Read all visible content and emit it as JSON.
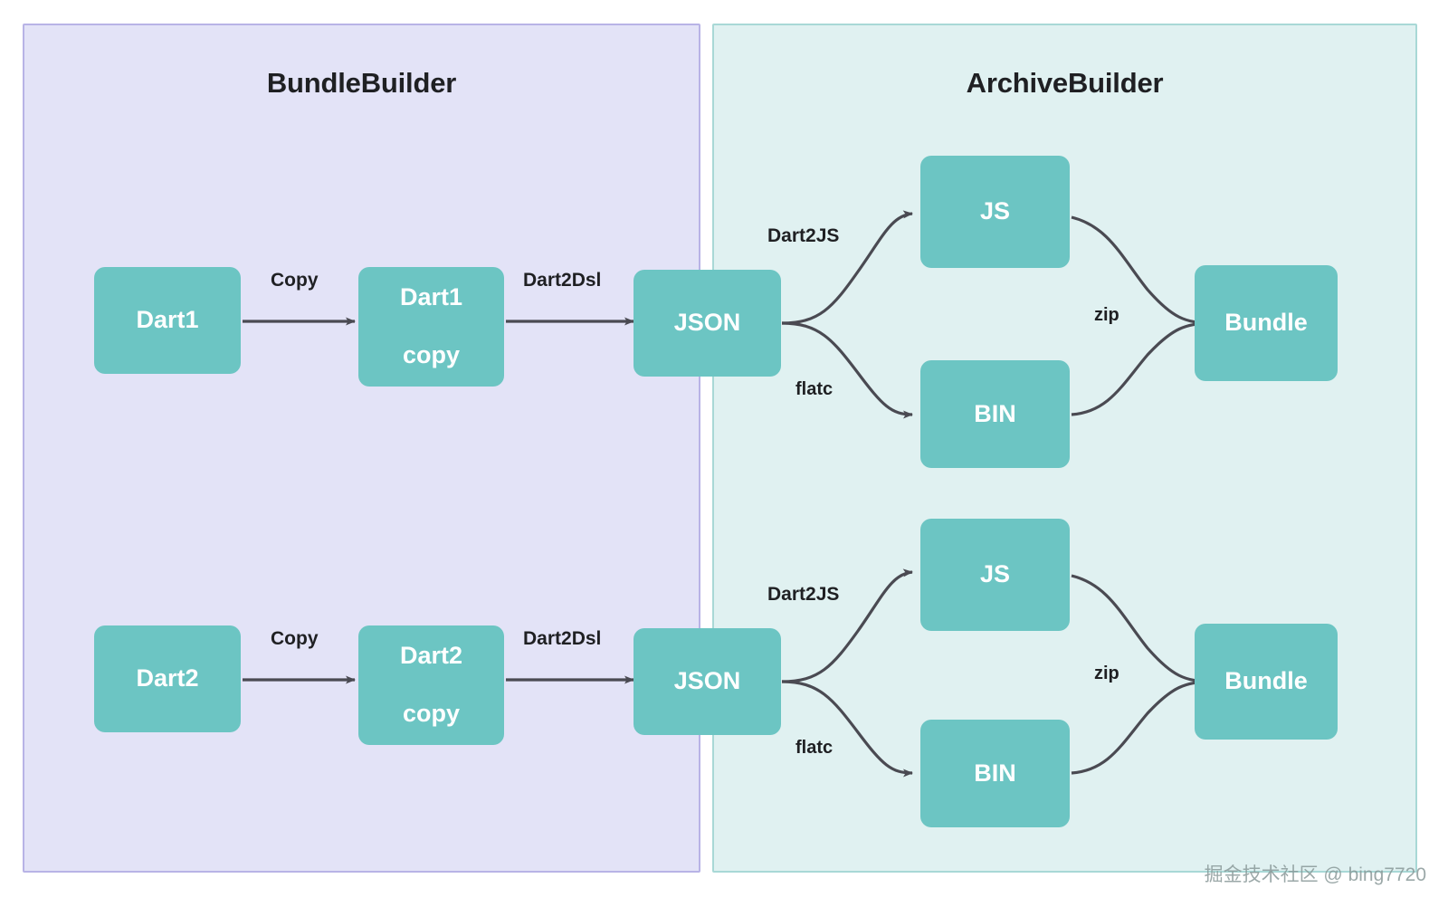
{
  "panels": [
    {
      "id": "bundle-builder",
      "title": "BundleBuilder",
      "bg": "#e3e3f7",
      "border": "#b8b3e6"
    },
    {
      "id": "archive-builder",
      "title": "ArchiveBuilder",
      "bg": "#e0f1f1",
      "border": "#a8d8d6"
    }
  ],
  "theme": {
    "node_fill": "#6cc5c3",
    "node_text": "#ffffff",
    "edge_stroke": "#4a4a52",
    "title_color": "#1f2023"
  },
  "nodes": {
    "dart1": {
      "label": "Dart1"
    },
    "dart1_copy_line1": {
      "label": "Dart1"
    },
    "dart1_copy_line2": {
      "label": "copy"
    },
    "json_top": {
      "label": "JSON"
    },
    "js_top": {
      "label": "JS"
    },
    "bin_top": {
      "label": "BIN"
    },
    "bundle_top": {
      "label": "Bundle"
    },
    "dart2": {
      "label": "Dart2"
    },
    "dart2_copy_line1": {
      "label": "Dart2"
    },
    "dart2_copy_line2": {
      "label": "copy"
    },
    "json_bottom": {
      "label": "JSON"
    },
    "js_bottom": {
      "label": "JS"
    },
    "bin_bottom": {
      "label": "BIN"
    },
    "bundle_bottom": {
      "label": "Bundle"
    }
  },
  "edge_labels": {
    "copy_top": "Copy",
    "dart2dsl_top": "Dart2Dsl",
    "dart2js_top": "Dart2JS",
    "flatc_top": "flatc",
    "zip_top": "zip",
    "copy_bottom": "Copy",
    "dart2dsl_bottom": "Dart2Dsl",
    "dart2js_bottom": "Dart2JS",
    "flatc_bottom": "flatc",
    "zip_bottom": "zip"
  },
  "watermark": {
    "text": "掘金技术社区 @ bing7720"
  }
}
